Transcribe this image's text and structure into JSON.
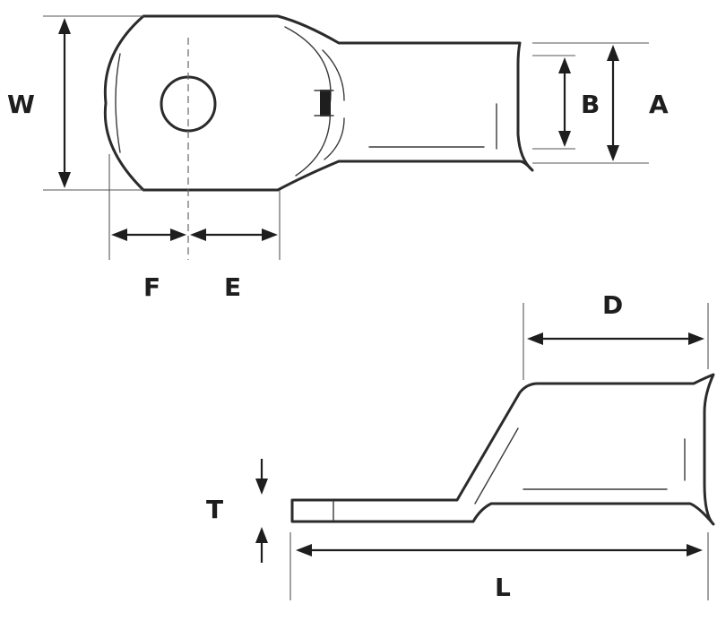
{
  "labels": {
    "w": "W",
    "f": "F",
    "e": "E",
    "b": "B",
    "a": "A",
    "d": "D",
    "t": "T",
    "l": "L"
  },
  "colors": {
    "line": "#2b2b2b",
    "background": "#ffffff"
  }
}
